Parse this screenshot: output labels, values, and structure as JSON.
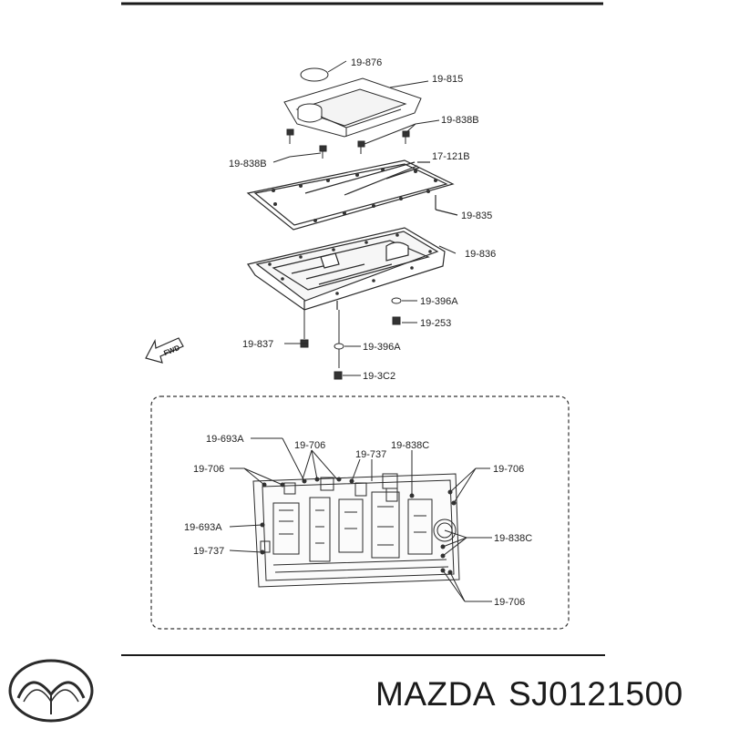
{
  "callouts": {
    "c_19_876": "19-876",
    "c_19_815": "19-815",
    "c_19_838B_a": "19-838B",
    "c_19_838B_b": "19-838B",
    "c_17_121B": "17-121B",
    "c_19_835": "19-835",
    "c_19_836": "19-836",
    "c_19_396A_a": "19-396A",
    "c_19_253": "19-253",
    "c_19_837": "19-837",
    "c_19_396A_b": "19-396A",
    "c_19_3C2": "19-3C2",
    "c_19_693A_a": "19-693A",
    "c_19_706_a": "19-706",
    "c_19_737_a": "19-737",
    "c_19_838C_a": "19-838C",
    "c_19_706_b": "19-706",
    "c_19_706_c": "19-706",
    "c_19_693A_b": "19-693A",
    "c_19_737_b": "19-737",
    "c_19_838C_b": "19-838C",
    "c_19_706_d": "19-706"
  },
  "fwd_label": "FWD",
  "footer": {
    "brand": "MAZDA",
    "part_number": "SJ0121500"
  },
  "colors": {
    "line": "#2a2a2a",
    "text": "#1a1a1a"
  },
  "icons": {
    "logo": "mazda-logo-icon",
    "direction": "forward-arrow-icon"
  }
}
